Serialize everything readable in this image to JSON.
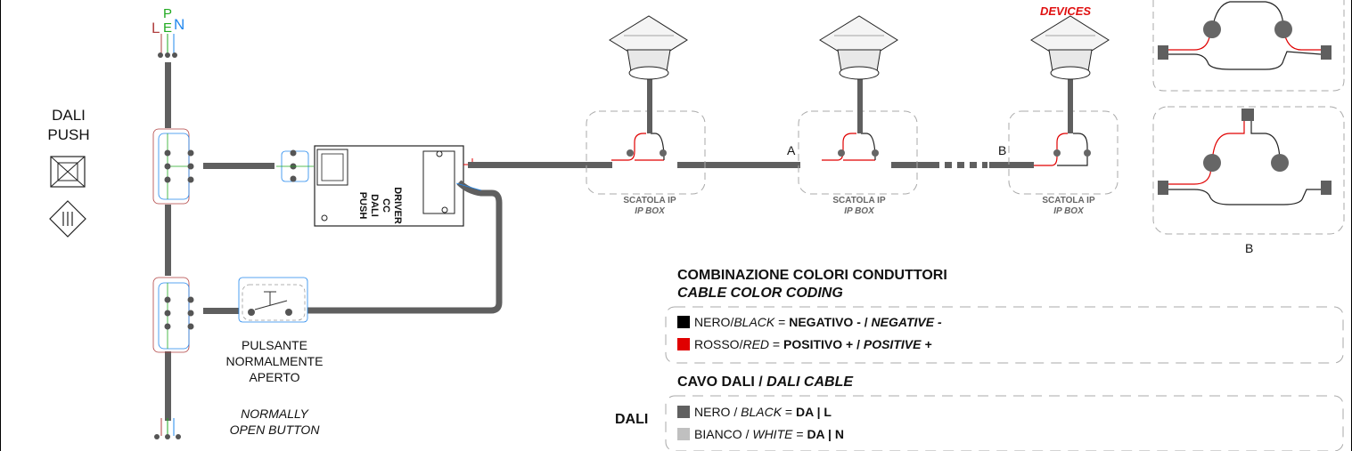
{
  "mains": {
    "l": "L",
    "p": "P",
    "e": "E",
    "n": "N"
  },
  "dali_push": {
    "line1": "DALI",
    "line2": "PUSH"
  },
  "driver": {
    "line1": "DRIVER",
    "line2": "CC",
    "line3": "DALI",
    "line4": "PUSH"
  },
  "devices_label": "DEVICES",
  "boxes": [
    {
      "it": "SCATOLA IP",
      "en": "IP BOX"
    },
    {
      "it": "SCATOLA IP",
      "en": "IP BOX"
    },
    {
      "it": "SCATOLA IP",
      "en": "IP BOX"
    }
  ],
  "markers": {
    "a": "A",
    "b": "B",
    "detail_b": "B"
  },
  "button": {
    "it1": "PULSANTE",
    "it2": "NORMALMENTE",
    "it3": "APERTO",
    "en1": "NORMALLY",
    "en2": "OPEN BUTTON"
  },
  "legend": {
    "title_it": "COMBINAZIONE COLORI CONDUTTORI",
    "title_en": "CABLE COLOR CODING",
    "row1": {
      "it": "NERO/",
      "en": "BLACK",
      "eq": " = ",
      "val_it": "NEGATIVO - / ",
      "val_en": "NEGATIVE -",
      "color": "#000000"
    },
    "row2": {
      "it": "ROSSO/",
      "en": "RED",
      "eq": " = ",
      "val_it": "POSITIVO + / ",
      "val_en": "POSITIVE +",
      "color": "#e00000"
    }
  },
  "dali_cable": {
    "title_it": "CAVO DALI / ",
    "title_en": "DALI CABLE",
    "side_label": "DALI",
    "row1": {
      "it": "NERO / ",
      "en": "BLACK",
      "eq": " = ",
      "val": "DA | L",
      "color": "#606060"
    },
    "row2": {
      "it": "BIANCO / ",
      "en": "WHITE",
      "eq": " = ",
      "val": "DA | N",
      "color": "#c0c0c0"
    }
  },
  "colors": {
    "cable": "#5f5f5f",
    "live": "#b04040",
    "earth": "#22aa22",
    "neutral": "#2288ee",
    "positive": "#e00000",
    "accent": "#e01010"
  }
}
